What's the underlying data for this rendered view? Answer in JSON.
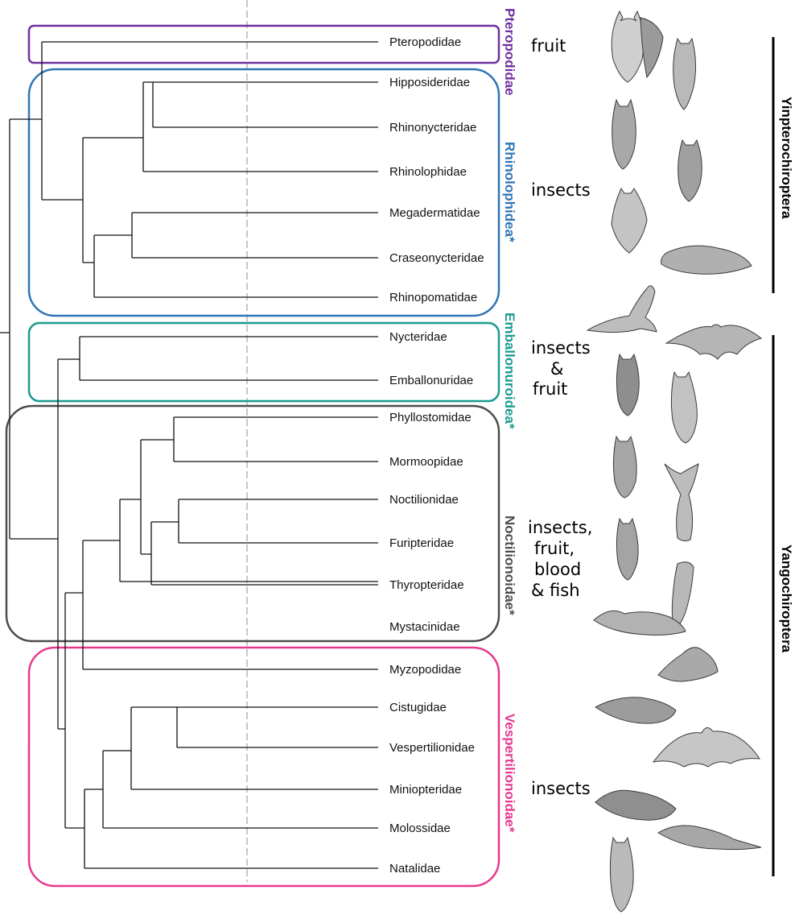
{
  "leaves": [
    "Pteropodidae",
    "Hipposideridae",
    "Rhinonycteridae",
    "Rhinolophidae",
    "Megadermatidae",
    "Craseonycteridae",
    "Rhinopomatidae",
    "Nycteridae",
    "Emballonuridae",
    "Phyllostomidae",
    "Mormoopidae",
    "Noctilionidae",
    "Furipteridae",
    "Thyropteridae",
    "Mystacinidae",
    "Myzopodidae",
    "Cistugidae",
    "Vespertilionidae",
    "Miniopteridae",
    "Molossidae",
    "Natalidae"
  ],
  "groups": [
    {
      "label": "Pteropodidae",
      "color": "#7030a0"
    },
    {
      "label": "Rhinolophidea*",
      "color": "#2e75b6"
    },
    {
      "label": "Emballonuroidea*",
      "color": "#1a9b8e"
    },
    {
      "label": "Noctilionoidae*",
      "color": "#4d4d4d"
    },
    {
      "label": "Vespertilionoidae*",
      "color": "#e8388e"
    }
  ],
  "diets": [
    "fruit",
    "insects",
    "insects",
    "&",
    "fruit",
    "insects,",
    "fruit,",
    "blood",
    "& fish",
    "insects"
  ],
  "suborders": [
    "Yinpterochiroptera",
    "Yangochiroptera"
  ],
  "colors": {
    "line": "#111111",
    "dashed": "#aaaaaa",
    "bat_fill": "#b9b9b9",
    "bat_stroke": "#3a3a3a"
  }
}
